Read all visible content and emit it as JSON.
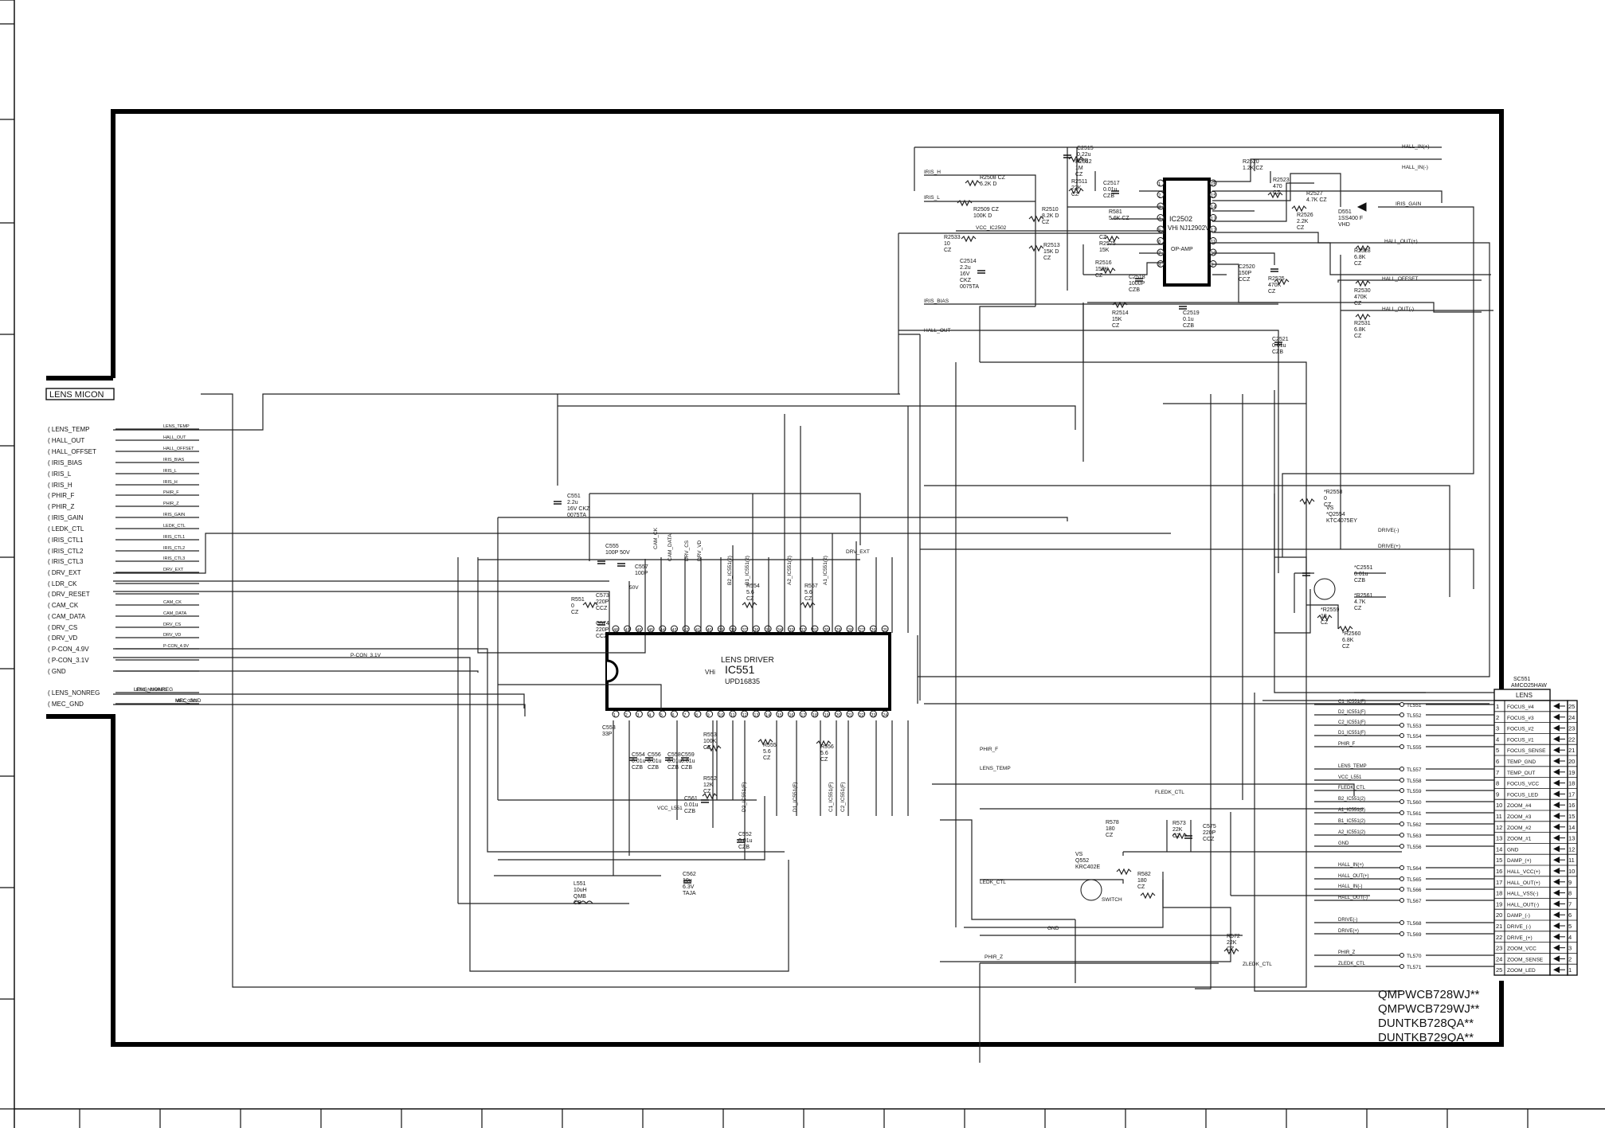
{
  "micon": {
    "title": "LENS MICON",
    "signals": [
      "LENS_TEMP",
      "HALL_OUT",
      "HALL_OFFSET",
      "IRIS_BIAS",
      "IRIS_L",
      "IRIS_H",
      "PHIR_F",
      "PHIR_Z",
      "IRIS_GAIN",
      "LEDK_CTL",
      "IRIS_CTL1",
      "IRIS_CTL2",
      "IRIS_CTL3",
      "DRV_EXT",
      "LDR_CK",
      "DRV_RESET",
      "CAM_CK",
      "CAM_DATA",
      "DRV_CS",
      "DRV_VD",
      "P-CON_4.9V",
      "P-CON_3.1V",
      "GND"
    ],
    "extra": [
      "LENS_NONREG",
      "MEC_GND"
    ],
    "nets": [
      "LENS_TEMP",
      "HALL_OUT",
      "HALL_OFFSET",
      "IRIS_BIAS",
      "IRIS_L",
      "IRIS_H",
      "PHIR_F",
      "PHIR_Z",
      "IRIS_GAIN",
      "LEDK_CTL",
      "IRIS_CTL1",
      "IRIS_CTL2",
      "IRIS_CTL3",
      "DRV_EXT",
      "",
      "",
      "CAM_CK",
      "CAM_DATA",
      "DRV_CS",
      "DRV_VD",
      "P-CON_4.9V"
    ]
  },
  "opamp": {
    "ref": "IC2502",
    "part": "VHi NJ12902V",
    "type": "OP-AMP"
  },
  "driver": {
    "name": "LENS DRIVER",
    "ref": "IC551",
    "vhi": "VHi",
    "part": "UPD16835"
  },
  "components": [
    {
      "text": "C2515\n0.22u\nCYB"
    },
    {
      "text": "R2512\n1M\nCZ"
    },
    {
      "text": "R2511\n22K\nCZ"
    },
    {
      "text": "C2517\n0.01u\nCZB"
    },
    {
      "text": "R2508  CZ\n6.2K  D"
    },
    {
      "text": "R2509  CZ\n100K  D"
    },
    {
      "text": "R2510\n8.2K D\nCZ"
    },
    {
      "text": "R581\n5.6K  CZ"
    },
    {
      "text": "R2533\n10\nCZ"
    },
    {
      "text": "C2514\n2.2u\n16V\nCKZ\n0075TA"
    },
    {
      "text": "R2513\n15K D\nCZ"
    },
    {
      "text": "CZ\nR2575\n15K"
    },
    {
      "text": "R2516\n150K\nCZ"
    },
    {
      "text": "C2518\n1000P\nCZB"
    },
    {
      "text": "R2514\n15K\nCZ"
    },
    {
      "text": "C2519\n0.1u\nCZB"
    },
    {
      "text": "R2520\n1.2K  CZ"
    },
    {
      "text": "R2523\n470\nCZ"
    },
    {
      "text": "R2527\n4.7K CZ"
    },
    {
      "text": "R2526\n2.2K\nCZ"
    },
    {
      "text": "D551\n1SS400 F\nVHD"
    },
    {
      "text": "C2520\n150P\nCCZ"
    },
    {
      "text": "R2525\n470K\nCZ"
    },
    {
      "text": "C2521\n0.01u\nCZB"
    },
    {
      "text": "R2528\n6.8K\nCZ"
    },
    {
      "text": "R2530\n470K\nCZ"
    },
    {
      "text": "R2531\n6.8K\nCZ"
    },
    {
      "text": "*R2558\n0\nCZ"
    },
    {
      "text": "VS\n*Q2554\nKTC4075EY"
    },
    {
      "text": "*C2551\n0.01u\nCZB"
    },
    {
      "text": "*R2561\n4.7K\nCZ"
    },
    {
      "text": "*R2559\n18\nCZ"
    },
    {
      "text": "*R2560\n6.8K\nCZ"
    },
    {
      "text": "C551\n2.2u\n16V  CKZ\n0075TA"
    },
    {
      "text": "C555\n100P  50V"
    },
    {
      "text": "C557\n100P"
    },
    {
      "text": "R551\n0\nCZ"
    },
    {
      "text": "C573\n220P\nCCZ"
    },
    {
      "text": "C574\n220P\nCCZ"
    },
    {
      "text": "R554\n5.6\nCZ"
    },
    {
      "text": "R557\n5.6\nCZ"
    },
    {
      "text": "C553\n33P"
    },
    {
      "text": "C554\n0.01u\nCZB"
    },
    {
      "text": "C556\n0.01u\nCZB"
    },
    {
      "text": "C558\n0.01u\nCZB"
    },
    {
      "text": "C559\n0.01u\nCZB"
    },
    {
      "text": "R553\n100K\nCZ"
    },
    {
      "text": "R552\n12K\nCZ"
    },
    {
      "text": "C561\n0.01u\nCZB"
    },
    {
      "text": "R555\n5.6\nCZ"
    },
    {
      "text": "R556\n5.6\nCZ"
    },
    {
      "text": "C552\n0.01u\nCZB"
    },
    {
      "text": "C562\n10u\n6.3V\nTAJA"
    },
    {
      "text": "L551\n10uH\nQMB\nCB"
    },
    {
      "text": "R578\n180\nCZ"
    },
    {
      "text": "R573\n22K\nCZ"
    },
    {
      "text": "C575\n220P\nCCZ"
    },
    {
      "text": "VS\nQ552\nKRC402E"
    },
    {
      "text": "R582\n180\nCZ"
    },
    {
      "text": "R572\n22K\nCZ"
    }
  ],
  "net_labels": [
    "IRIS_H",
    "IRIS_L",
    "VCC_IC2502",
    "IRIS_BIAS",
    "HALL_OUT",
    "HALL_IN(+)",
    "HALL_IN(-)",
    "IRIS_GAIN",
    "HALL_OUT(+)",
    "HALL_OFFSET",
    "HALL_OUT(-)",
    "DRIVE(-)",
    "DRIVE(+)",
    "CAM_CK",
    "CAM_DATA",
    "DRV_CS",
    "DRV_VD",
    "DRV_EXT",
    "B2_IC551(2)",
    "B1_IC551(2)",
    "A2_IC551(2)",
    "A1_IC551(2)",
    "D2_IC551(F)",
    "D1_IC551(F)",
    "C2_IC551(F)",
    "C1_IC551(F)",
    "VCC_L551",
    "P-CON_3.1V",
    "LENS_NONREG",
    "MEC_GND",
    "PHIR_F",
    "LENS_TEMP",
    "FLEDK_CTL",
    "LEDK_CTL",
    "PHIR_Z",
    "ZLEDK_CTL",
    "GND",
    "SWITCH",
    "50V"
  ],
  "testpoints": [
    "TL551",
    "TL552",
    "TL553",
    "TL554",
    "TL555",
    "TL557",
    "TL558",
    "TL559",
    "TL560",
    "TL561",
    "TL562",
    "TL563",
    "TL556",
    "TL564",
    "TL565",
    "TL566",
    "TL567",
    "TL568",
    "TL569",
    "TL570",
    "TL571"
  ],
  "tp_labels": [
    "C1_IC551(F)",
    "D2_IC551(F)",
    "C2_IC551(F)",
    "D1_IC551(F)",
    "PHIR_F",
    "LENS_TEMP",
    "VCC_L551",
    "FLEDK_CTL",
    "B2_IC551(2)",
    "A1_IC551(2)",
    "B1_IC551(2)",
    "A2_IC551(2)",
    "GND",
    "HALL_IN(+)",
    "HALL_OUT(+)",
    "HALL_IN(-)",
    "HALL_OUT(-)",
    "DRIVE(-)",
    "DRIVE(+)",
    "PHIR_Z",
    "ZLEDK_CTL"
  ],
  "connector": {
    "ref": "SC551",
    "part": "AMCO25HAW",
    "title": "LENS",
    "pins": [
      {
        "n": "1",
        "label": "FOCUS_#4",
        "m": "25"
      },
      {
        "n": "2",
        "label": "FOCUS_#3",
        "m": "24"
      },
      {
        "n": "3",
        "label": "FOCUS_#2",
        "m": "23"
      },
      {
        "n": "4",
        "label": "FOCUS_#1",
        "m": "22"
      },
      {
        "n": "5",
        "label": "FOCUS_SENSE",
        "m": "21"
      },
      {
        "n": "6",
        "label": "TEMP_GND",
        "m": "20"
      },
      {
        "n": "7",
        "label": "TEMP_OUT",
        "m": "19"
      },
      {
        "n": "8",
        "label": "FOCUS_VCC",
        "m": "18"
      },
      {
        "n": "9",
        "label": "FOCUS_LED",
        "m": "17"
      },
      {
        "n": "10",
        "label": "ZOOM_#4",
        "m": "16"
      },
      {
        "n": "11",
        "label": "ZOOM_#3",
        "m": "15"
      },
      {
        "n": "12",
        "label": "ZOOM_#2",
        "m": "14"
      },
      {
        "n": "13",
        "label": "ZOOM_#1",
        "m": "13"
      },
      {
        "n": "14",
        "label": "GND",
        "m": "12"
      },
      {
        "n": "15",
        "label": "DAMP_(+)",
        "m": "11"
      },
      {
        "n": "16",
        "label": "HALL_VCC(+)",
        "m": "10"
      },
      {
        "n": "17",
        "label": "HALL_OUT(+)",
        "m": "9"
      },
      {
        "n": "18",
        "label": "HALL_VSS(-)",
        "m": "8"
      },
      {
        "n": "19",
        "label": "HALL_OUT(-)",
        "m": "7"
      },
      {
        "n": "20",
        "label": "DAMP_(-)",
        "m": "6"
      },
      {
        "n": "21",
        "label": "DRIVE_(-)",
        "m": "5"
      },
      {
        "n": "22",
        "label": "DRIVE_(+)",
        "m": "4"
      },
      {
        "n": "23",
        "label": "ZOOM_VCC",
        "m": "3"
      },
      {
        "n": "24",
        "label": "ZOOM_SENSE",
        "m": "2"
      },
      {
        "n": "25",
        "label": "ZOOM_LED",
        "m": "1"
      }
    ]
  },
  "models": [
    "QMPWCB728WJ**",
    "QMPWCB729WJ**",
    "DUNTKB728QA**",
    "DUNTKB729QA**"
  ]
}
